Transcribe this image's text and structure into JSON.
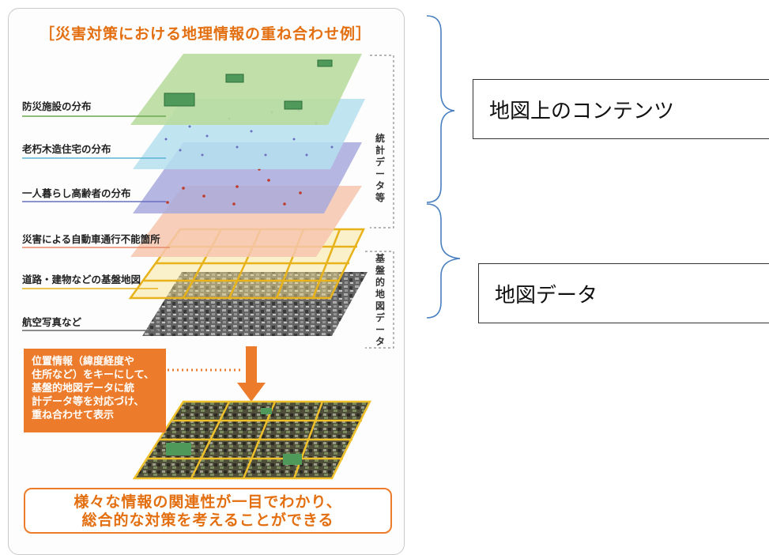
{
  "diagram": {
    "title": "［災害対策における地理情報の重ね合わせ例］",
    "layers": [
      {
        "label": "防災施設の分布"
      },
      {
        "label": "老朽木造住宅の分布"
      },
      {
        "label": "一人暮らし高齢者の分布"
      },
      {
        "label": "災害による自動車通行不能箇所"
      },
      {
        "label": "道路・建物などの基盤地図"
      },
      {
        "label": "航空写真など"
      }
    ],
    "group_labels": {
      "statistics": "統計データ等",
      "base_map": "基盤的地図データ"
    },
    "explanation": "位置情報（緯度経度や\n住所など）をキーにして、\n基盤的地図データに統\n計データ等を対応づけ、\n重ね合わせて表示",
    "conclusion": "様々な情報の関連性が一目でわかり、\n総合的な対策を考えることができる",
    "colors": {
      "accent": "#ec7c2b",
      "layer_green": "#b9dba0",
      "layer_cyan": "#b5e0ef",
      "layer_blue": "#a8a9dc",
      "layer_salmon": "#f6c6ae",
      "layer_yellow": "#f2c93b",
      "photo_gray": "#6e6e6e"
    }
  },
  "callouts": {
    "contents_label": "地図上のコンテンツ",
    "map_data_label": "地図データ"
  }
}
